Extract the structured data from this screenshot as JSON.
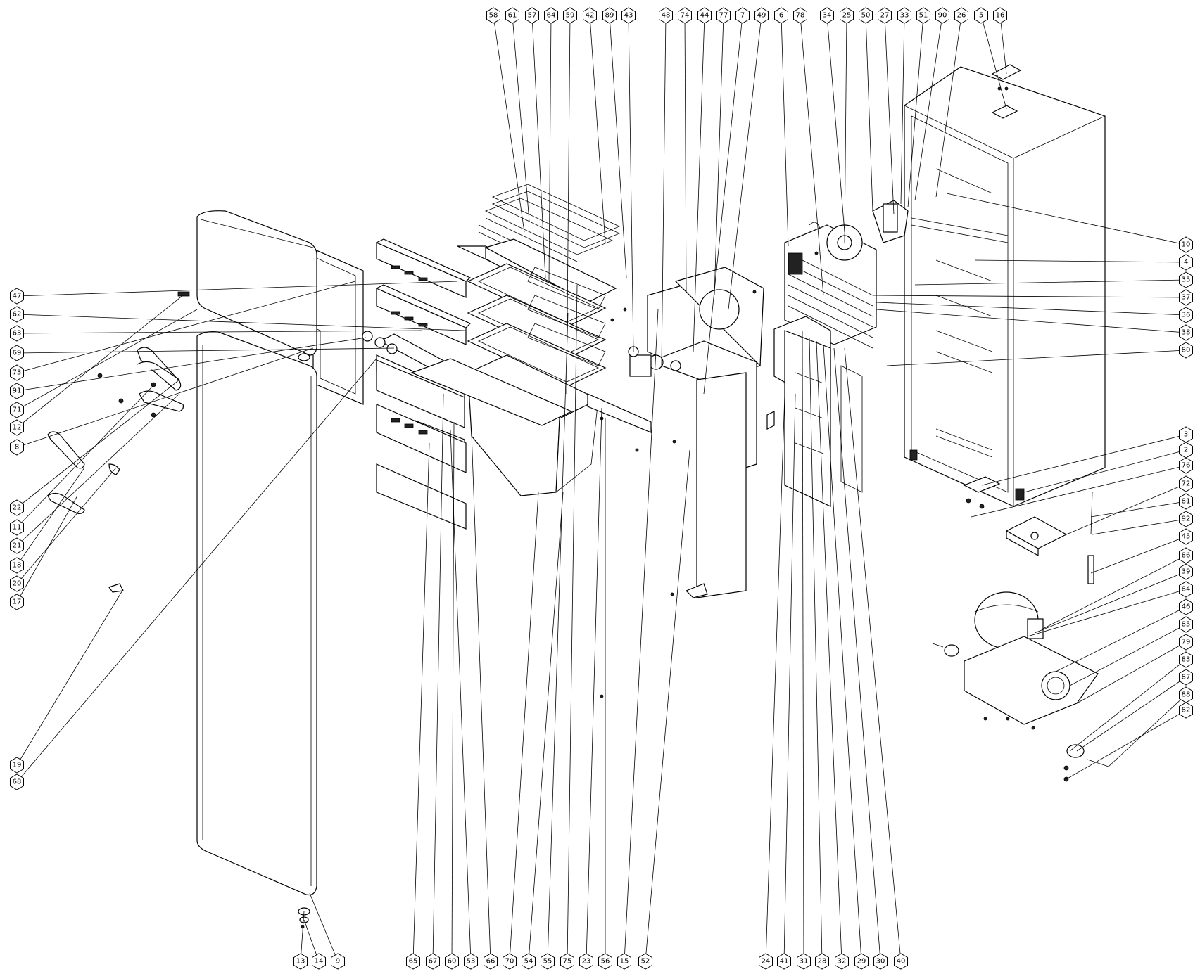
{
  "diagram": {
    "callouts": {
      "top": [
        "58",
        "61",
        "57",
        "64",
        "59",
        "42",
        "89",
        "43",
        "48",
        "74",
        "44",
        "77",
        "7",
        "49",
        "6",
        "78",
        "34",
        "25",
        "50",
        "27",
        "33",
        "51",
        "90",
        "26",
        "5",
        "16"
      ],
      "right": [
        "10",
        "4",
        "35",
        "37",
        "36",
        "38",
        "80",
        "3",
        "2",
        "76",
        "72",
        "81",
        "92",
        "45",
        "86",
        "39",
        "84",
        "46",
        "85",
        "79",
        "83",
        "87",
        "88",
        "82"
      ],
      "left": [
        "47",
        "62",
        "63",
        "69",
        "73",
        "91",
        "71",
        "12",
        "8",
        "22",
        "11",
        "21",
        "18",
        "20",
        "17",
        "19",
        "68"
      ],
      "bottom": [
        "13",
        "14",
        "9",
        "65",
        "67",
        "60",
        "53",
        "66",
        "70",
        "54",
        "55",
        "75",
        "23",
        "56",
        "15",
        "52",
        "24",
        "41",
        "31",
        "28",
        "32",
        "29",
        "30",
        "40"
      ]
    }
  }
}
